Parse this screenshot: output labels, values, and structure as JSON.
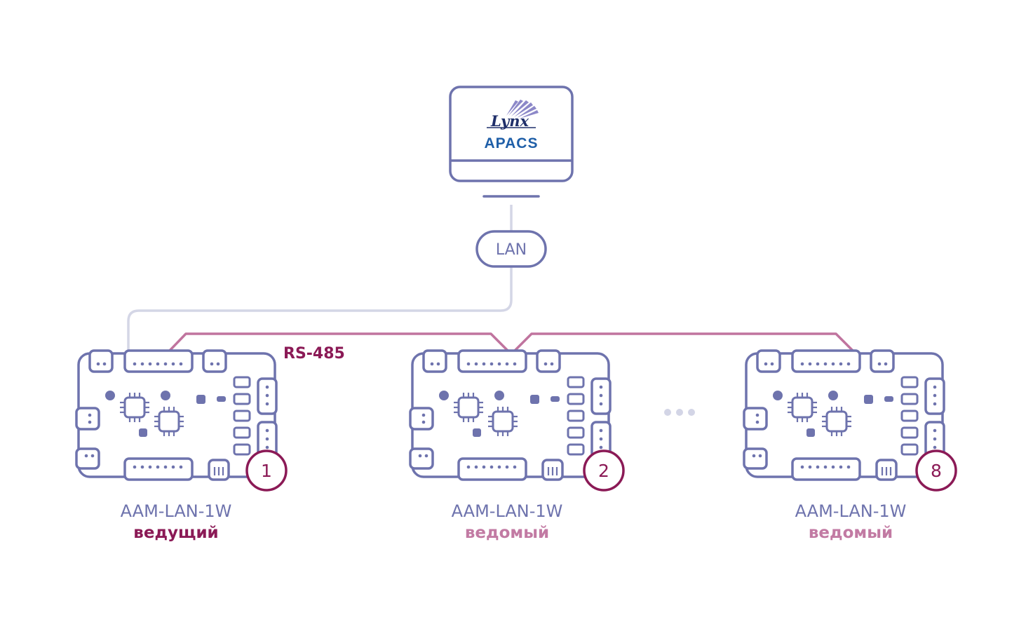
{
  "colors": {
    "outline": "#6e73ad",
    "lan_line": "#d4d6e6",
    "rs485_line": "#c0749e",
    "accent_dark": "#8b1a56",
    "accent_light": "#c27aa3",
    "logo_blue": "#1f5fa8",
    "logo_purple": "#8c88c8",
    "dots": "#d3d5e6"
  },
  "server": {
    "logo_word": "Lynx",
    "product": "APACS"
  },
  "network": {
    "lan_label": "LAN",
    "rs485_label": "RS-485"
  },
  "controllers": [
    {
      "number": "1",
      "model": "AAM-LAN-1W",
      "role": "ведущий",
      "role_style": "master"
    },
    {
      "number": "2",
      "model": "AAM-LAN-1W",
      "role": "ведомый",
      "role_style": "slave"
    },
    {
      "number": "8",
      "model": "AAM-LAN-1W",
      "role": "ведомый",
      "role_style": "slave"
    }
  ],
  "ellipsis_icon": "more-dots-icon"
}
